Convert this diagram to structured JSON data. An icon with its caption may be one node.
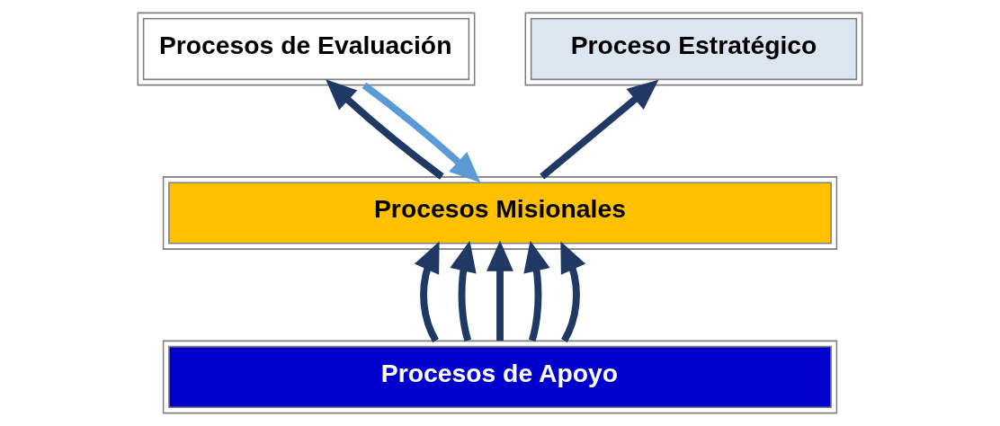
{
  "diagram": {
    "nodes": [
      {
        "text": [
          "Proceso Estratégico"
        ]
      },
      {
        "text": [
          "Procesos de Evaluación"
        ]
      },
      {
        "text": [
          "Procesos Misionales"
        ]
      },
      {
        "text": [
          "Procesos de Apoyo"
        ]
      }
    ],
    "edges": [
      {
        "from": 2,
        "to": 0,
        "arrow": "to"
      },
      {
        "from": 2,
        "to": 1,
        "arrow": "to"
      },
      {
        "from": 3,
        "to": 2,
        "arrow": "to"
      },
      {
        "from": 3,
        "to": 2,
        "arrow": "to"
      },
      {
        "from": 3,
        "to": 2,
        "arrow": "to"
      },
      {
        "from": 3,
        "to": 2,
        "arrow": "to"
      },
      {
        "from": 3,
        "to": 2,
        "arrow": "to"
      },
      {
        "from": 1,
        "to": 2,
        "arrow": "to",
        "color": "#5b9bd5"
      }
    ]
  }
}
